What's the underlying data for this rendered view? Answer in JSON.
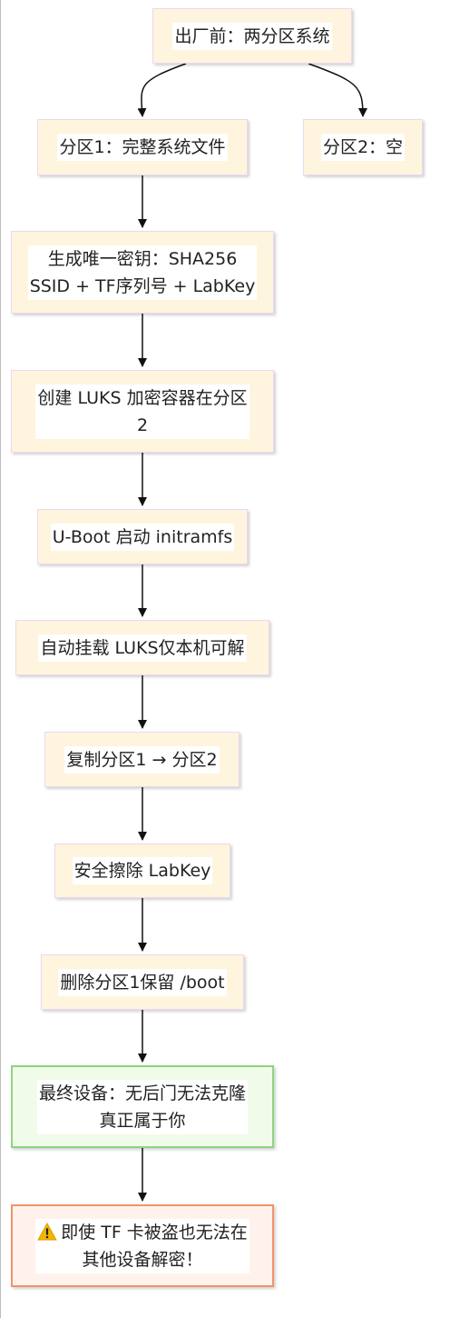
{
  "nodes": {
    "n0": "出厂前：两分区系统",
    "n1": "分区1：完整系统文件",
    "n2": "分区2：空",
    "n3_line1": "生成唯一密钥：SHA256",
    "n3_line2": "SSID + TF序列号 + LabKey",
    "n4_line1": "创建 LUKS 加密容器在分区",
    "n4_line2": "2",
    "n5": "U-Boot 启动 initramfs",
    "n6": "自动挂载 LUKS仅本机可解",
    "n7": "复制分区1 → 分区2",
    "n8": "安全擦除 LabKey",
    "n9": "删除分区1保留 /boot",
    "n10_line1": "最终设备：无后门无法克隆",
    "n10_line2": "真正属于你",
    "n11_line1": "即使 TF 卡被盗也无法在",
    "n11_line2": "其他设备解密！"
  },
  "icons": {
    "warning": "warning-triangle-icon"
  },
  "colors": {
    "node_fill": "#fff4de",
    "node_border": "#ead9f0",
    "success_fill": "#f1fbea",
    "success_border": "#8fd47f",
    "warning_fill": "#fff2ec",
    "warning_border": "#f0936a",
    "warning_icon": "#f5b400"
  }
}
